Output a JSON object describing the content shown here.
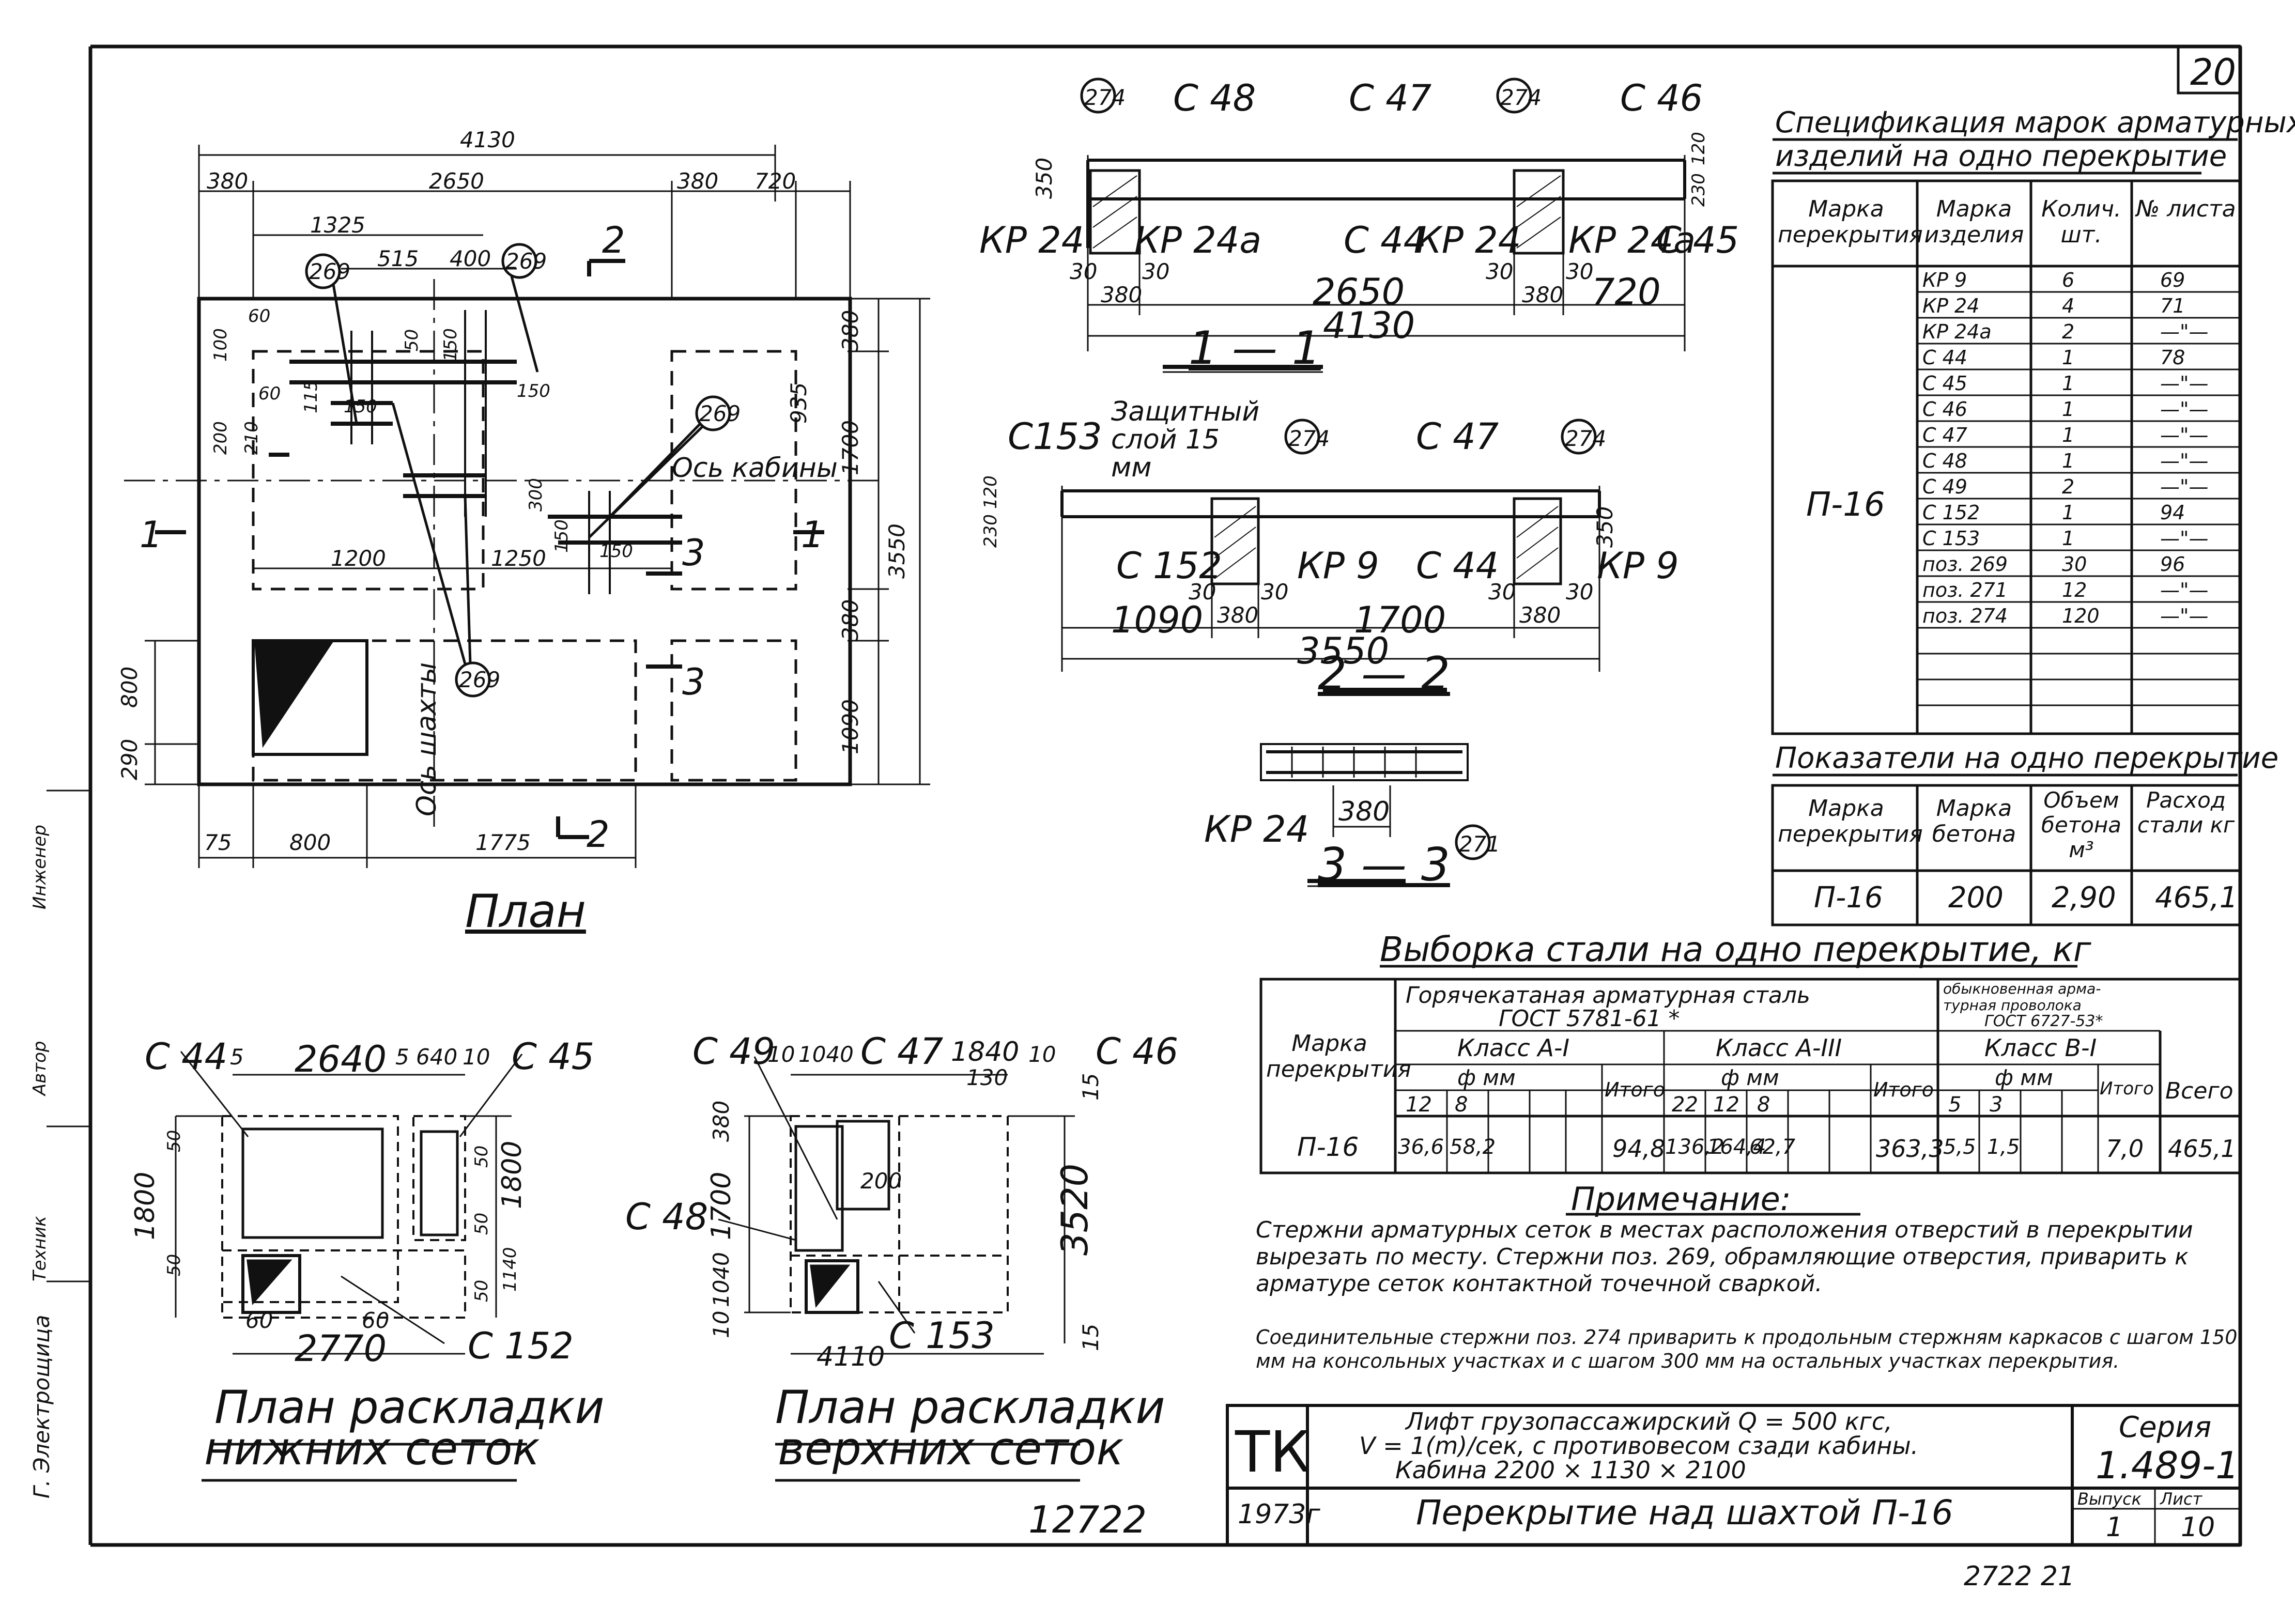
{
  "sheet": {
    "page_number": "20",
    "doc_number": "12722",
    "bottom_stamp": "2722 21",
    "left_margin": [
      "Г. Электрощица",
      "Техник",
      "Автор",
      "Инженер"
    ]
  },
  "plan": {
    "title": "План",
    "dims_top": [
      "4130",
      "380",
      "2650",
      "380",
      "720",
      "1325",
      "515",
      "400"
    ],
    "dims_right": [
      "380",
      "935",
      "1700",
      "3550",
      "380",
      "1090"
    ],
    "dims_left": [
      "800",
      "290"
    ],
    "dims_bottom": [
      "75",
      "800",
      "1775"
    ],
    "inner_dims": [
      "60",
      "100",
      "60",
      "115",
      "200",
      "210",
      "150",
      "50",
      "150",
      "150",
      "300",
      "150",
      "1200",
      "1250",
      "150"
    ],
    "labels": {
      "cabin_axis": "Ось кабины",
      "shaft_axis": "Ось шахты",
      "callout_269": "269",
      "sec_1": "1",
      "sec_2": "2",
      "sec_3": "3"
    }
  },
  "section_1_1": {
    "title": "1 — 1",
    "callouts": [
      "274",
      "С 48",
      "С 47",
      "274",
      "С 46"
    ],
    "labels": [
      "КР 24",
      "КР 24а",
      "С 44",
      "КР 24",
      "КР 24а",
      "С 45"
    ],
    "dims": [
      "350",
      "230",
      "120",
      "30",
      "380",
      "30",
      "2650",
      "30",
      "380",
      "30",
      "720",
      "4130"
    ]
  },
  "section_2_2": {
    "title": "2 — 2",
    "callouts": [
      "274",
      "274"
    ],
    "labels": [
      "С153",
      "Защитный слой 15 мм",
      "С 47",
      "С 152",
      "КР 9",
      "С 44",
      "КР 9"
    ],
    "dims": [
      "230",
      "120",
      "350",
      "30",
      "380",
      "30",
      "1090",
      "1700",
      "30",
      "380",
      "30",
      "3550"
    ]
  },
  "section_3_3": {
    "title": "3 — 3",
    "labels": [
      "КР 24",
      "380",
      "271"
    ]
  },
  "bottom_plan": {
    "title_line1": "План раскладки",
    "title_line2": "нижних сеток",
    "labels": [
      "С 44",
      "С 45",
      "С 152"
    ],
    "dims": [
      "5",
      "2640",
      "5",
      "640",
      "10",
      "50",
      "1800",
      "50",
      "50",
      "1800",
      "50",
      "60",
      "2770",
      "60",
      "1140",
      "50"
    ]
  },
  "top_plan": {
    "title_line1": "План раскладки",
    "title_line2": "верхних сеток",
    "labels": [
      "С 49",
      "С 47",
      "С 46",
      "С 48",
      "С 153"
    ],
    "dims": [
      "10",
      "1040",
      "1840",
      "10",
      "130",
      "15",
      "380",
      "1700",
      "200",
      "3520",
      "1040",
      "10",
      "4110",
      "15"
    ]
  },
  "spec_table": {
    "title_line1": "Спецификация марок арматурных",
    "title_line2": "изделий на одно перекрытие",
    "headers": [
      "Марка перекрытия",
      "Марка изделия",
      "Колич. шт.",
      "№ листа"
    ],
    "mark": "П-16",
    "rows": [
      [
        "КР 9",
        "6",
        "69"
      ],
      [
        "КР 24",
        "4",
        "71"
      ],
      [
        "КР 24а",
        "2",
        "—\"—"
      ],
      [
        "С 44",
        "1",
        "78"
      ],
      [
        "С 45",
        "1",
        "—\"—"
      ],
      [
        "С 46",
        "1",
        "—\"—"
      ],
      [
        "С 47",
        "1",
        "—\"—"
      ],
      [
        "С 48",
        "1",
        "—\"—"
      ],
      [
        "С 49",
        "2",
        "—\"—"
      ],
      [
        "С 152",
        "1",
        "94"
      ],
      [
        "С 153",
        "1",
        "—\"—"
      ],
      [
        "поз. 269",
        "30",
        "96"
      ],
      [
        "поз. 271",
        "12",
        "—\"—"
      ],
      [
        "поз. 274",
        "120",
        "—\"—"
      ]
    ]
  },
  "indicators": {
    "title": "Показатели на одно перекрытие",
    "headers": [
      "Марка перекрытия",
      "Марка бетона",
      "Объем бетона м³",
      "Расход стали кг"
    ],
    "row": [
      "П-16",
      "200",
      "2,90",
      "465,1"
    ]
  },
  "steel": {
    "title": "Выборка стали на одно перекрытие, кг",
    "hdr_mark": "Марка перекрытия",
    "hdr_hot1": "Горячекатаная арматурная сталь",
    "hdr_hot2": "ГОСТ 5781-61 *",
    "hdr_wire1": "обыкновенная арма-",
    "hdr_wire2": "турная проволока",
    "hdr_wire3": "ГОСТ 6727-53*",
    "class_a1": "Класс А-I",
    "class_a3": "Класс А-III",
    "class_b1": "Класс В-I",
    "phi": "ф мм",
    "itogo": "Итого",
    "vsego": "Всего",
    "diams_a1": [
      "12",
      "8"
    ],
    "diams_a3": [
      "22",
      "12",
      "8"
    ],
    "diams_b1": [
      "5",
      "3"
    ],
    "row": [
      "П-16",
      "36,6",
      "58,2",
      "94,8",
      "136,2",
      "164,4",
      "62,7",
      "363,3",
      "5,5",
      "1,5",
      "7,0",
      "465,1"
    ]
  },
  "note": {
    "title": "Примечание:",
    "p1": "Стержни арматурных сеток в местах расположения отверстий в перекрытии вырезать по месту. Стержни поз. 269, обрамляющие отверстия, приварить к арматуре сеток контактной точечной сваркой.",
    "p2": "Соединительные стержни поз. 274 приварить к продольным стержням каркасов с шагом 150 мм на консольных участках и с шагом 300 мм на остальных участках перекрытия."
  },
  "title_block": {
    "org": "ТК",
    "year": "1973г",
    "desc1": "Лифт грузопассажирский  Q = 500 кгс,",
    "desc2": "V = 1(m)/сек, с противовесом сзади кабины.",
    "desc3": "Кабина 2200 × 1130 × 2100",
    "drawing_title": "Перекрытие над шахтой  П-16",
    "series_label": "Серия",
    "series": "1.489-1",
    "issue_label": "Выпуск",
    "issue": "1",
    "sheet_label": "Лист",
    "sheet": "10"
  }
}
